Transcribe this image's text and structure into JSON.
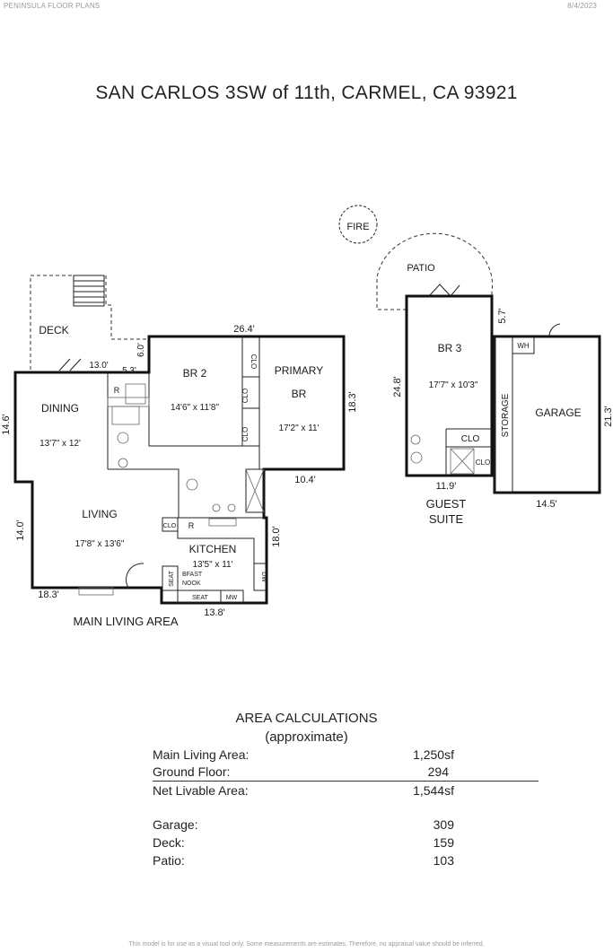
{
  "header": {
    "brand": "PENINSULA FLOOR PLANS",
    "date": "8/4/2023"
  },
  "title": "SAN CARLOS 3SW of 11th, CARMEL, CA 93921",
  "plan": {
    "fire": "FIRE",
    "main": {
      "caption": "MAIN LIVING AREA",
      "deck": "DECK",
      "dining": {
        "name": "DINING",
        "size": "13'7\" x 12'"
      },
      "living": {
        "name": "LIVING",
        "size": "17'8\" x 13'6\""
      },
      "br2": {
        "name": "BR 2",
        "size": "14'6\" x 11'8\""
      },
      "primary": {
        "name1": "PRIMARY",
        "name2": "BR",
        "size": "17'2\" x 11'"
      },
      "kitchen": {
        "name": "KITCHEN",
        "size": "13'5\" x 11'"
      },
      "bfast1": "BFAST",
      "bfast2": "NOOK",
      "seat": "SEAT",
      "mw": "MW",
      "dw": "DW",
      "clo": "CLO",
      "r": "R",
      "dims": {
        "d_264": "26.4'",
        "d_60": "6.0'",
        "d_130": "13.0'",
        "d_53": "5.3'",
        "d_146": "14.6'",
        "d_183r": "18.3'",
        "d_104": "10.4'",
        "d_140": "14.0'",
        "d_180": "18.0'",
        "d_183b": "18.3'",
        "d_138": "13.8'"
      }
    },
    "guest": {
      "caption1": "GUEST",
      "caption2": "SUITE",
      "patio": "PATIO",
      "br3": {
        "name": "BR 3",
        "size": "17'7\" x 10'3\""
      },
      "garage": "GARAGE",
      "storage": "STORAGE",
      "wh": "WH",
      "clo": "CLO",
      "dims": {
        "d_57": "5.7'",
        "d_248": "24.8'",
        "d_119": "11.9'",
        "d_213": "21.3'",
        "d_145": "14.5'"
      }
    }
  },
  "area": {
    "title": "AREA CALCULATIONS",
    "subtitle": "(approximate)",
    "rows": [
      {
        "label": "Main Living Area:",
        "value": "1,250sf"
      },
      {
        "label": "Ground Floor:",
        "value": "294"
      },
      {
        "label": "Net Livable Area:",
        "value": "1,544sf"
      },
      {
        "label": "Garage:",
        "value": "309"
      },
      {
        "label": "Deck:",
        "value": "159"
      },
      {
        "label": "Patio:",
        "value": "103"
      }
    ]
  },
  "footer": "This model is for use as a visual tool only. Some measurements are estimates. Therefore, no appraisal value should be inferred."
}
